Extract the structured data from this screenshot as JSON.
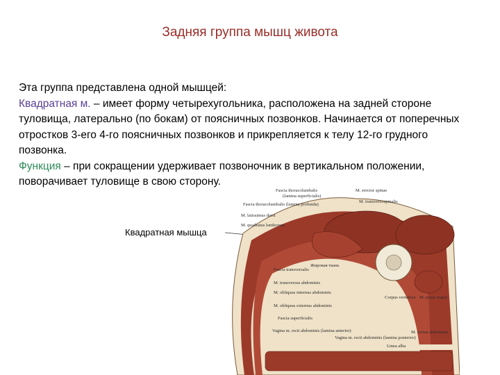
{
  "slide": {
    "title": "Задняя группа мышц живота",
    "intro": "Эта группа представлена одной мышцей:",
    "muscle_term": "Квадратная м.",
    "muscle_desc": " – имеет форму четырехугольника, расположена на задней стороне туловища, латерально (по бокам) от поясничных позвонков. Начинается от поперечных отростков 3-его 4-го поясничных позвонков и прикрепляется к телу 12-го грудного позвонка.",
    "function_term": "Функция",
    "function_desc": " – при сокращении удерживает позвоночник в вертикальном положении, поворачивает туловище в свою сторону.",
    "figure_caption": "Квадратная мышца"
  },
  "colors": {
    "title": "#9b2d28",
    "muscle_term": "#5b3e96",
    "function_term": "#2e8b57",
    "muscle": "#9c3a2a",
    "fascia": "#e9d6b8"
  },
  "figure_labels": {
    "fascia_thoracolumbalis": "Fascia thoracolumbalis",
    "lamina_superficialis": "(lamina superficialis)",
    "fascia_thoracolumb_lamina_profunda": "Fascia thoracolumbalis (lamina profunda)",
    "latissimus_dorsi": "M. latissimus dorsi",
    "quadratus_lumborum": "M. quadratus lumborum",
    "erector_spinae": "M. erector spinae",
    "transversospinalis": "M. transversospinalis",
    "fat_tissue": "Жировая ткань",
    "fascia_transversalis": "Fascia transversalis",
    "transversus_abdominis": "M. transversus abdominis",
    "obliquus_internus": "M. obliquus internus abdominis",
    "obliquus_externus": "M. obliquus externus abdominis",
    "fascia_superficialis": "Fascia superficialis",
    "corpus_vertebrae": "Corpus vertebrae",
    "psoas_major": "M. psoas major",
    "vagina_recti_anterior": "Vagina m. recti abdominis (lamina anterior)",
    "vagina_recti_posterior": "Vagina m. recti abdominis (lamina posterior)",
    "rectus_abdominis": "M. rectus abdominis",
    "linea_alba": "Linea alba"
  }
}
